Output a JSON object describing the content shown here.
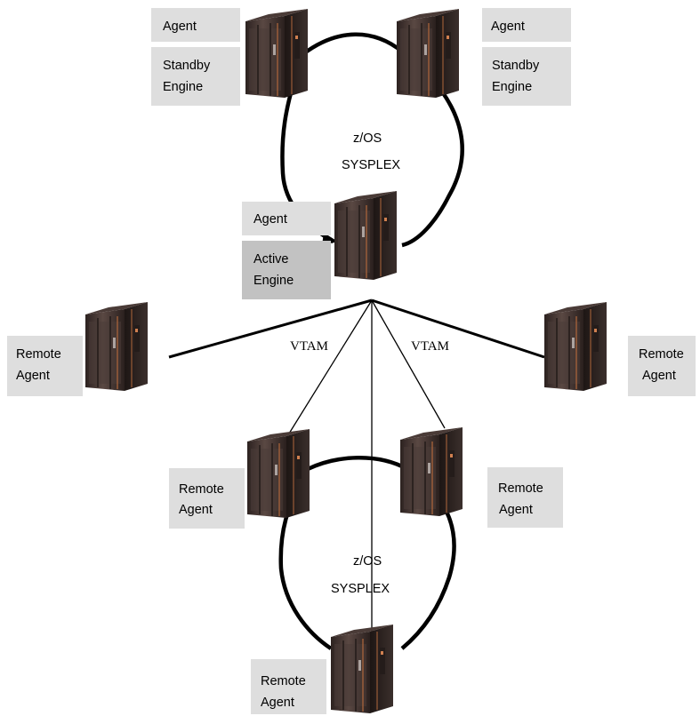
{
  "colors": {
    "label_box": "#dedede",
    "active_engine_box": "#c2c2c2",
    "server_body": "#3a2e2c",
    "server_face": "#564541",
    "server_accent": "#a0623a",
    "link_line": "#000000"
  },
  "top_sysplex": {
    "label_line1": "z/OS",
    "label_line2": "SYSPLEX",
    "left_server": {
      "icon": "mainframe-server-icon",
      "agent_label": "Agent",
      "engine_line1": "Standby",
      "engine_line2": "Engine"
    },
    "right_server": {
      "icon": "mainframe-server-icon",
      "agent_label": "Agent",
      "engine_line1": "Standby",
      "engine_line2": "Engine"
    },
    "center_server": {
      "icon": "mainframe-server-icon",
      "agent_label": "Agent",
      "engine_line1": "Active",
      "engine_line2": "Engine"
    }
  },
  "remote_left": {
    "icon": "mainframe-server-icon",
    "line1": "Remote",
    "line2": "Agent"
  },
  "remote_right": {
    "icon": "mainframe-server-icon",
    "line1": "Remote",
    "line2": "Agent"
  },
  "links": {
    "vtam_left": "VTAM",
    "vtam_right": "VTAM"
  },
  "bottom_sysplex": {
    "label_line1": "z/OS",
    "label_line2": "SYSPLEX",
    "left_server": {
      "icon": "mainframe-server-icon",
      "line1": "Remote",
      "line2": "Agent"
    },
    "right_server": {
      "icon": "mainframe-server-icon",
      "line1": "Remote",
      "line2": "Agent"
    },
    "bottom_server": {
      "icon": "mainframe-server-icon",
      "line1": "Remote",
      "line2": "Agent"
    }
  }
}
